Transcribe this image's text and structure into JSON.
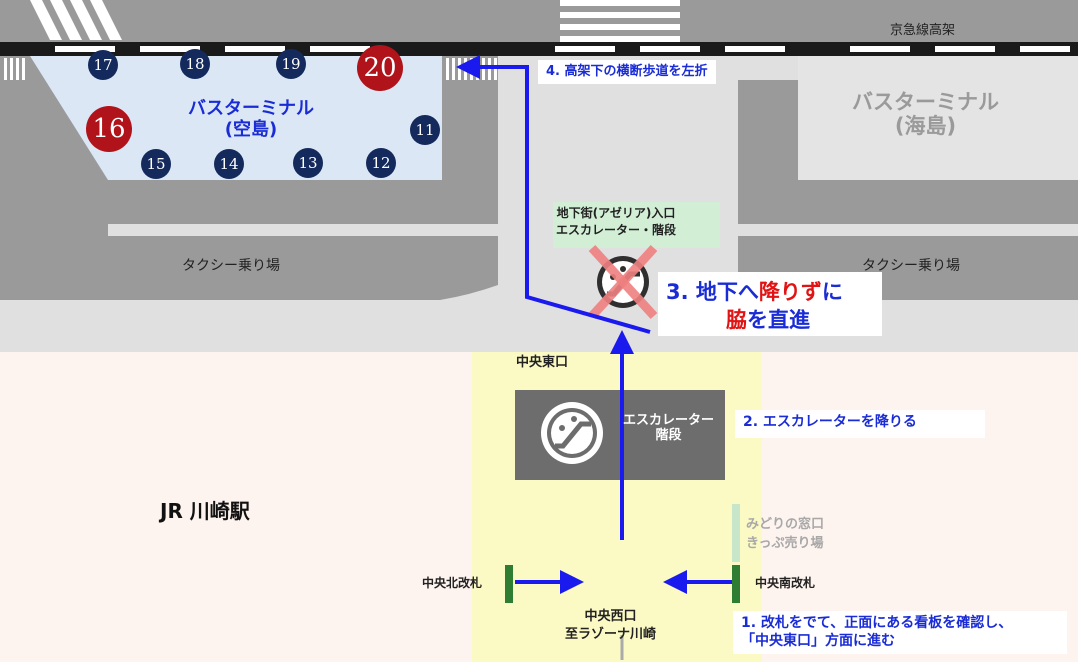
{
  "colors": {
    "road": "#9a9a9a",
    "sidewalk": "#e0e0e0",
    "bus_terminal_sora": "#dbe7f5",
    "bus_terminal_umi": "#e4e4e4",
    "station_area": "#fdf3ef",
    "east_exit_area": "#fbf9c4",
    "arrow": "#1a1aee",
    "stop_small": "#142a5c",
    "stop_big": "#b01319",
    "gate": "#2e7d32",
    "warning_cross": "#f08080"
  },
  "labels": {
    "keikyu_viaduct": "京急線高架",
    "bus_terminal_sora": "バスターミナル\n(空島)",
    "bus_terminal_umi": "バスターミナル\n(海島)",
    "taxi_left": "タクシー乗り場",
    "taxi_right": "タクシー乗り場",
    "underground_entrance": "地下街(アゼリア)入口\nエスカレーター・階段",
    "central_east_exit": "中央東口",
    "escalator_stairs": "エスカレーター\n階段",
    "station_name": "JR 川崎駅",
    "ticket_office": "みどりの窓口\nきっぷ売り場",
    "north_gate": "中央北改札",
    "south_gate": "中央南改札",
    "central_west_exit": "中央西口\n至ラゾーナ川崎"
  },
  "bus_stops": [
    "17",
    "18",
    "19",
    "20",
    "16",
    "11",
    "15",
    "14",
    "13",
    "12"
  ],
  "steps": {
    "step1": "1. 改札をでて、正面にある看板を確認し、\n「中央東口」方面に進む",
    "step2": "2. エスカレーターを降りる",
    "step3_prefix": "3. 地下へ",
    "step3_red": "降りず",
    "step3_suffix": "に",
    "step3_line2_red": "脇",
    "step3_line2_suffix": "を直進",
    "step4": "4. 高架下の横断歩道を左折"
  },
  "icons": {
    "escalator": "escalator-icon",
    "no_escalator": "no-escalator-icon",
    "arrow": "direction-arrow-icon",
    "gate": "ticket-gate-icon"
  }
}
